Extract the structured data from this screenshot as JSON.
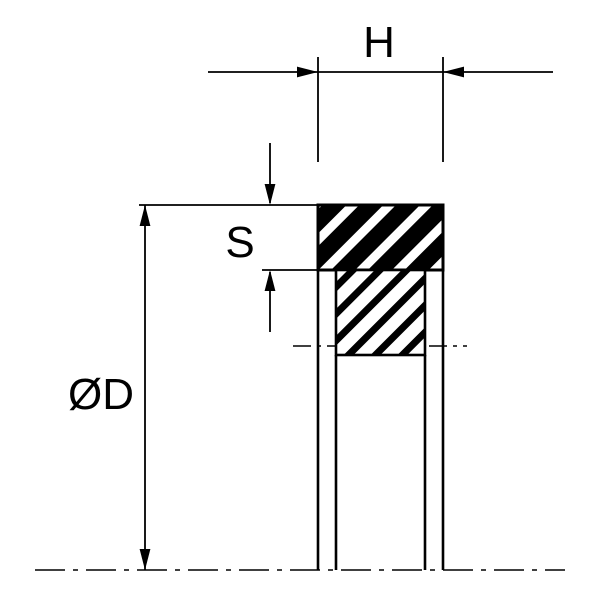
{
  "drawing": {
    "kind": "technical-drawing",
    "description": "Cross-section of a ring seal seated in a groove, with dimension callouts",
    "labels": {
      "width_dim": "H",
      "section_height_dim": "S",
      "diameter_dim": "ØD"
    },
    "colors": {
      "line": "#000000",
      "background": "#ffffff",
      "seal_fill": "#000000",
      "hatch_fill": "#ffffff"
    }
  }
}
